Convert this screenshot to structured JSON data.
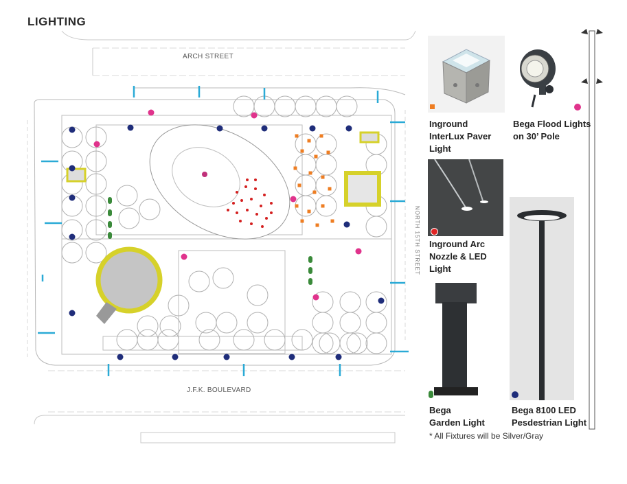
{
  "title": "LIGHTING",
  "streets": {
    "north": "ARCH STREET",
    "south": "J.F.K. BOULEVARD",
    "east": "NORTH 15TH STREET"
  },
  "fixtures": [
    {
      "label_lines": [
        "Inground",
        "InterLux Paver",
        "Light"
      ],
      "marker_color": "#ee7d22",
      "marker_shape": "square"
    },
    {
      "label_lines": [
        "Bega Flood Lights",
        "on 30’ Pole"
      ],
      "marker_color": "#e0338c",
      "marker_shape": "circle"
    },
    {
      "label_lines": [
        "Inground Arc",
        "Nozzle & LED",
        "Light"
      ],
      "marker_color": "#e02424",
      "marker_shape": "circle"
    },
    {
      "label_lines": [
        "Bega",
        "Garden Light"
      ],
      "marker_color": "#3a8a3a",
      "marker_shape": "pill"
    },
    {
      "label_lines": [
        "Bega 8100 LED",
        "Pesdestrian Light"
      ],
      "marker_color": "#1f2d7a",
      "marker_shape": "circle"
    }
  ],
  "note": "* All Fixtures will be Silver/Gray",
  "colors": {
    "navy": "#1f2d7a",
    "magenta": "#e0338c",
    "orange": "#ee7d22",
    "red": "#d42020",
    "green": "#3a8a3a",
    "yellow": "#d6d12a",
    "cyan": "#2aaad6",
    "line": "#b8b8b8"
  }
}
